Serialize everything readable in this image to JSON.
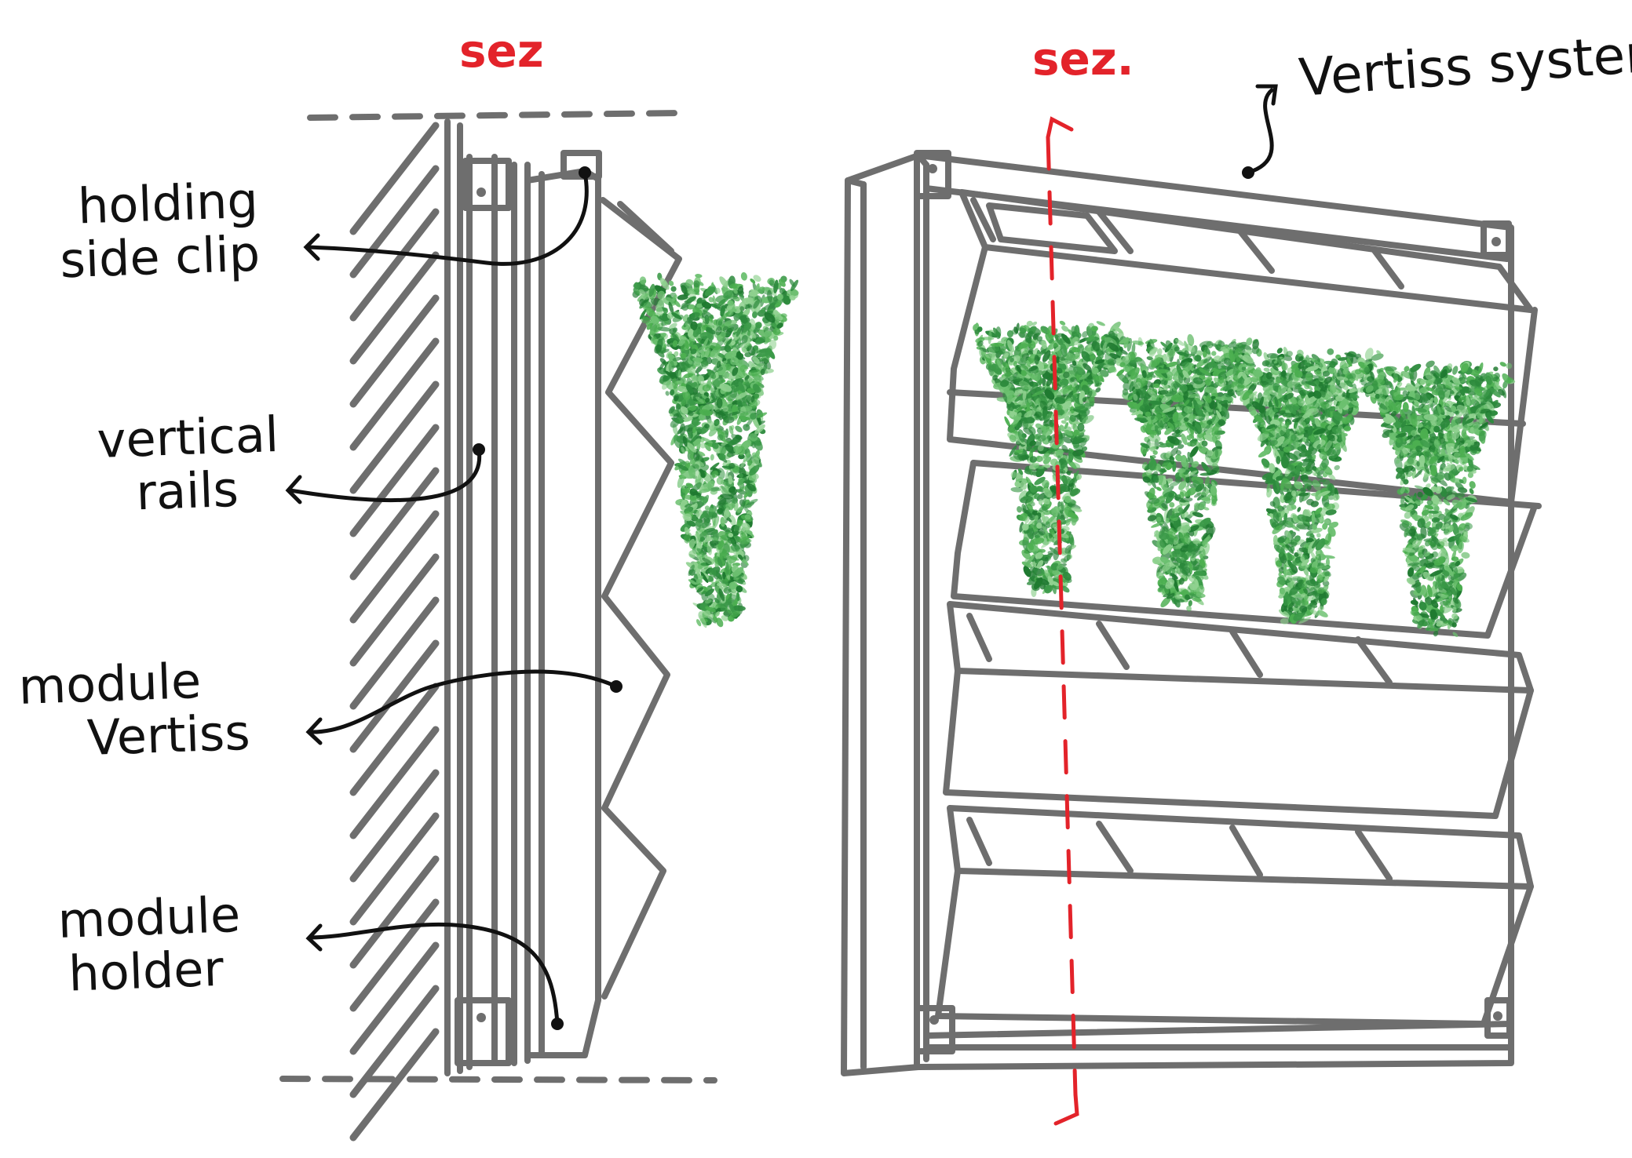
{
  "colors": {
    "line": "#6e6e6e",
    "ink": "#111111",
    "section": "#e3232a",
    "foliage_dark": "#2c8a3c",
    "foliage_light": "#6cc070"
  },
  "left_drawing": {
    "section_label": "sez",
    "labels": {
      "clip": [
        "holding",
        "side clip"
      ],
      "rails": [
        "vertical",
        "rails"
      ],
      "module": [
        "module",
        "Vertiss"
      ],
      "holder": [
        "module",
        "holder"
      ]
    }
  },
  "right_drawing": {
    "section_label": "sez.",
    "system_label": "Vertiss system"
  }
}
